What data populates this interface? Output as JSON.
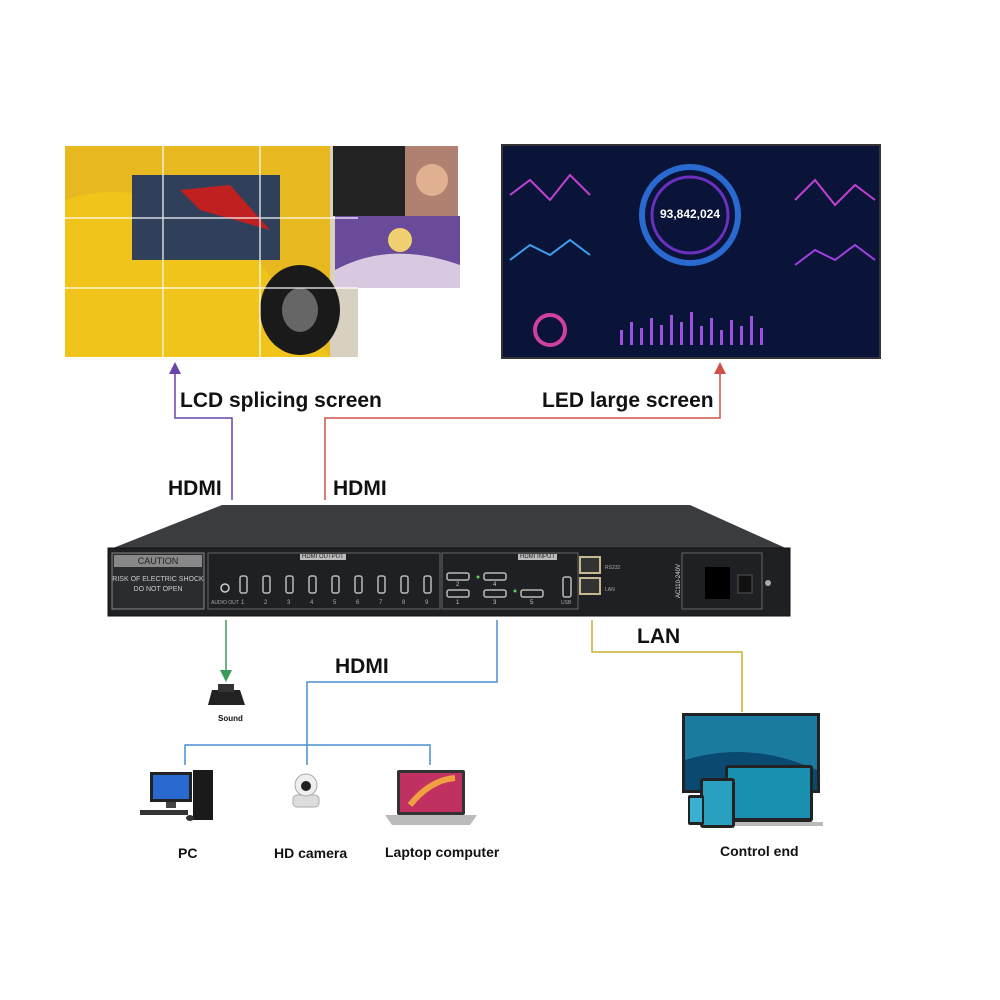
{
  "labels": {
    "lcd_screen": "LCD splicing screen",
    "led_screen": "LED large screen",
    "hdmi_left": "HDMI",
    "hdmi_right": "HDMI",
    "hdmi_input": "HDMI",
    "lan": "LAN",
    "sound": "Sound",
    "pc": "PC",
    "hd_camera": "HD camera",
    "laptop": "Laptop computer",
    "control_end": "Control end"
  },
  "device": {
    "caution_title": "CAUTION",
    "caution_line1": "RISK OF ELECTRIC SHOCK",
    "caution_line2": "DO NOT OPEN",
    "hdmi_output_label": "HDMI OUTPUT",
    "hdmi_input_label": "HDMI INPUT",
    "audio_out": "AUDIO OUT",
    "output_ports": [
      "1",
      "2",
      "3",
      "4",
      "5",
      "6",
      "7",
      "8",
      "9"
    ],
    "input_ports": [
      "2",
      "4",
      "1",
      "3",
      "5"
    ],
    "usb": "USB",
    "rs232": "RS232",
    "lan_port": "LAN",
    "power": "AC110-240V"
  },
  "led_dashboard": {
    "big_number": "93,842,024"
  },
  "colors": {
    "lcd_line": "#6a44a8",
    "led_line": "#d0504a",
    "sound_line": "#3a9a5a",
    "hdmi_in_line": "#4a8fd0",
    "lan_line": "#c8b030"
  }
}
